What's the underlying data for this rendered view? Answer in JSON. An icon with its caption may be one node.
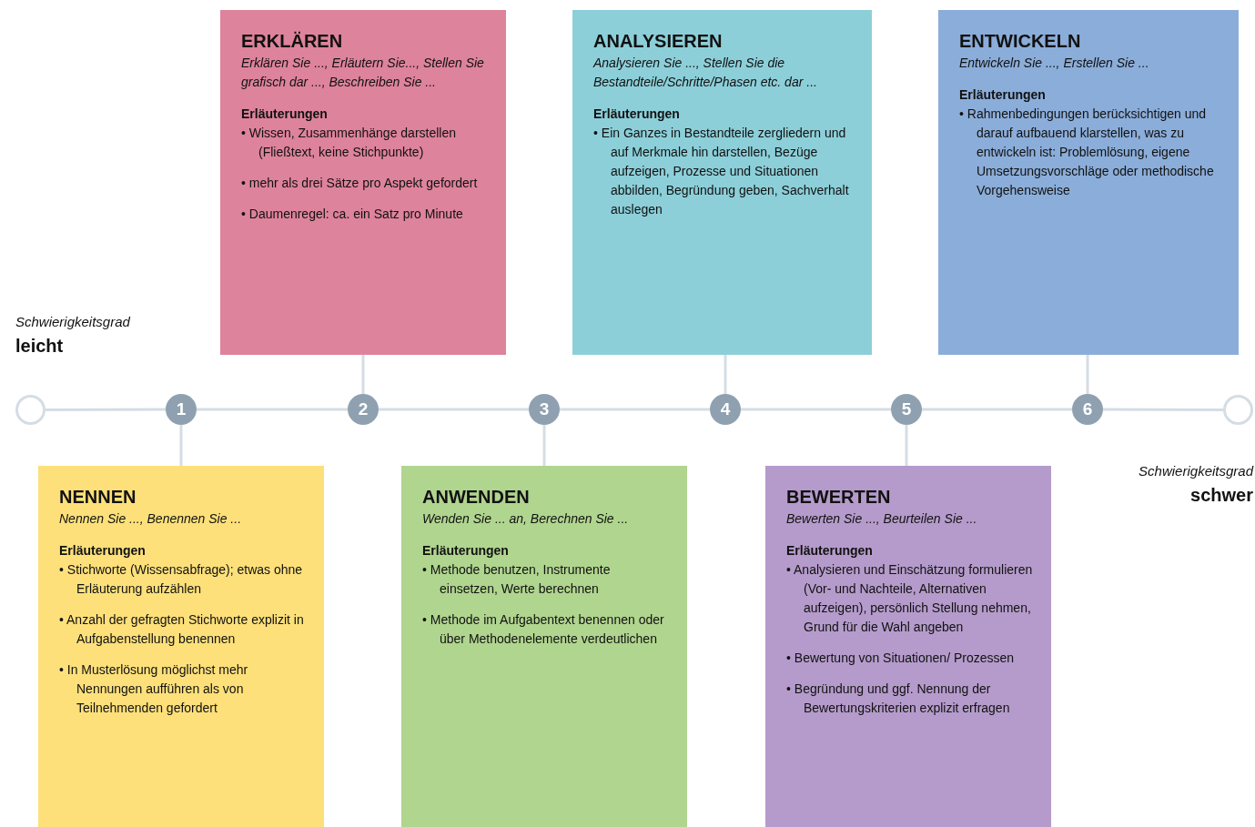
{
  "diagram": {
    "nodes": [
      {
        "text": [],
        "shape": "circle"
      },
      {
        "text": [
          "1"
        ]
      },
      {
        "text": [
          "2"
        ]
      },
      {
        "text": [
          "3"
        ]
      },
      {
        "text": [
          "4"
        ]
      },
      {
        "text": [
          "5"
        ]
      },
      {
        "text": [
          "6"
        ]
      },
      {
        "text": [],
        "shape": "circle"
      },
      {
        "text": [
          "NENNEN",
          "Nennen Sie ..., Benennen Sie ...",
          "Erläuterungen",
          "• Stichworte (Wissensabfrage); etwas ohne Erläuterung aufzählen",
          "• Anzahl der gefragten Stichworte explizit in Aufgabenstellung benennen",
          "• In Musterlösung möglichst mehr Nennungen aufführen als von Teilnehmenden gefordert"
        ]
      },
      {
        "text": [
          "ERKLÄREN",
          "Erklären Sie ..., Erläutern Sie..., Stellen Sie grafisch dar ..., Beschreiben Sie ...",
          "Erläuterungen",
          "• Wissen, Zusammenhänge darstellen (Fließtext, keine Stichpunkte)",
          "• mehr als drei Sätze pro Aspekt gefordert",
          "• Daumenregel: ca. ein Satz pro Minute"
        ]
      },
      {
        "text": [
          "ANWENDEN",
          "Wenden Sie ... an, Berechnen Sie ...",
          "Erläuterungen",
          "• Methode benutzen, Instrumente einsetzen, Werte berechnen",
          "• Methode im Aufgabentext benennen oder über Methodenelemente verdeutlichen"
        ]
      },
      {
        "text": [
          "ANALYSIEREN",
          "Analysieren Sie ..., Stellen Sie die Bestandteile/Schritte/Phasen etc. dar ...",
          "Erläuterungen",
          "• Ein Ganzes in Bestandteile zergliedern und auf Merkmale hin darstellen, Bezüge aufzeigen, Prozesse und Situationen abbilden, Begründung geben, Sachverhalt auslegen"
        ]
      },
      {
        "text": [
          "BEWERTEN",
          "Bewerten Sie ..., Beurteilen Sie ...",
          "Erläuterungen",
          "• Analysieren und Einschätzung formulieren (Vor- und Nachteile, Alternativen aufzeigen), persönlich Stellung nehmen, Grund für die Wahl angeben",
          "• Bewertung von Situationen/ Prozessen",
          "• Begründung und ggf. Nennung der Bewertungskriterien explizit erfragen"
        ]
      },
      {
        "text": [
          "ENTWICKELN",
          "Entwickeln Sie ..., Erstellen Sie ...",
          "Erläuterungen",
          "• Rahmenbedingungen berücksichtigen und darauf aufbauend klarstellen, was zu entwickeln ist: Problemlösung, eigene Umsetzungsvorschläge oder methodische Vorgehensweise"
        ]
      }
    ],
    "edges": [
      {
        "from": 0,
        "to": 1,
        "arrow": "none"
      },
      {
        "from": 1,
        "to": 2,
        "arrow": "none"
      },
      {
        "from": 2,
        "to": 3,
        "arrow": "none"
      },
      {
        "from": 3,
        "to": 4,
        "arrow": "none"
      },
      {
        "from": 4,
        "to": 5,
        "arrow": "none"
      },
      {
        "from": 5,
        "to": 6,
        "arrow": "none"
      },
      {
        "from": 6,
        "to": 7,
        "arrow": "none"
      },
      {
        "from": 8,
        "to": 1,
        "arrow": "none"
      },
      {
        "from": 9,
        "to": 2,
        "arrow": "none"
      },
      {
        "from": 10,
        "to": 3,
        "arrow": "none"
      },
      {
        "from": 11,
        "to": 4,
        "arrow": "none"
      },
      {
        "from": 12,
        "to": 5,
        "arrow": "none"
      },
      {
        "from": 13,
        "to": 6,
        "arrow": "none"
      }
    ],
    "labels": [
      "Schwierigkeitsgrad",
      "leicht",
      "Schwierigkeitsgrad",
      "schwer"
    ]
  }
}
